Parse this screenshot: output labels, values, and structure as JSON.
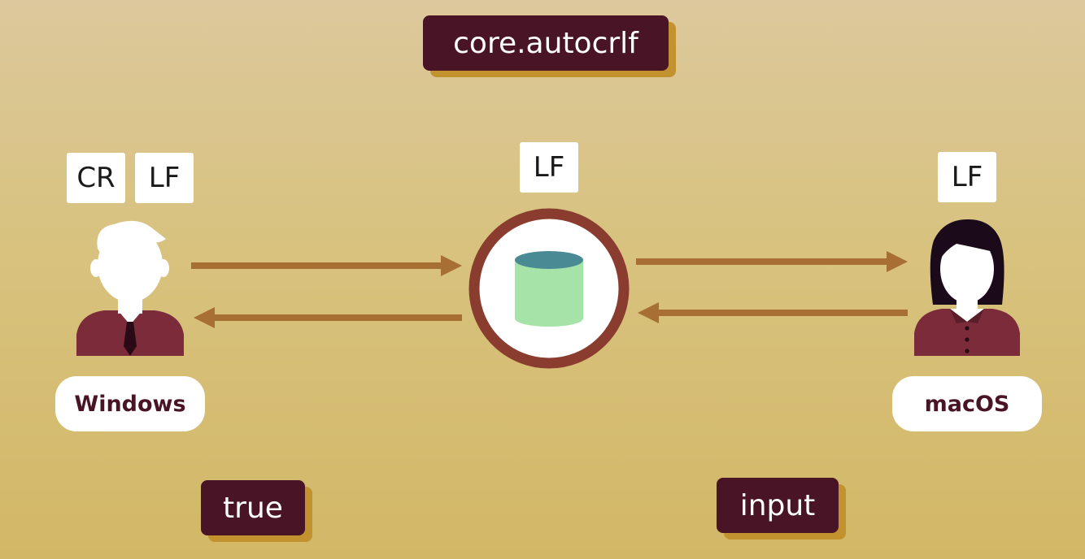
{
  "title": "core.autocrlf",
  "windows": {
    "line_endings": [
      "CR",
      "LF"
    ],
    "label": "Windows",
    "setting": "true"
  },
  "repository": {
    "line_ending": "LF"
  },
  "macos": {
    "line_ending": "LF",
    "label": "macOS",
    "setting": "input"
  },
  "colors": {
    "tag_bg": "#4a1427",
    "tag_shadow": "#c2922f",
    "arrow": "#a86f35",
    "repo_ring": "#8a3c2f",
    "shirt": "#7b2b3a",
    "cylinder_body": "#a5e3a8",
    "cylinder_top": "#4a8a95"
  },
  "icons": [
    "windows-user-icon",
    "database-icon",
    "macos-user-icon"
  ]
}
